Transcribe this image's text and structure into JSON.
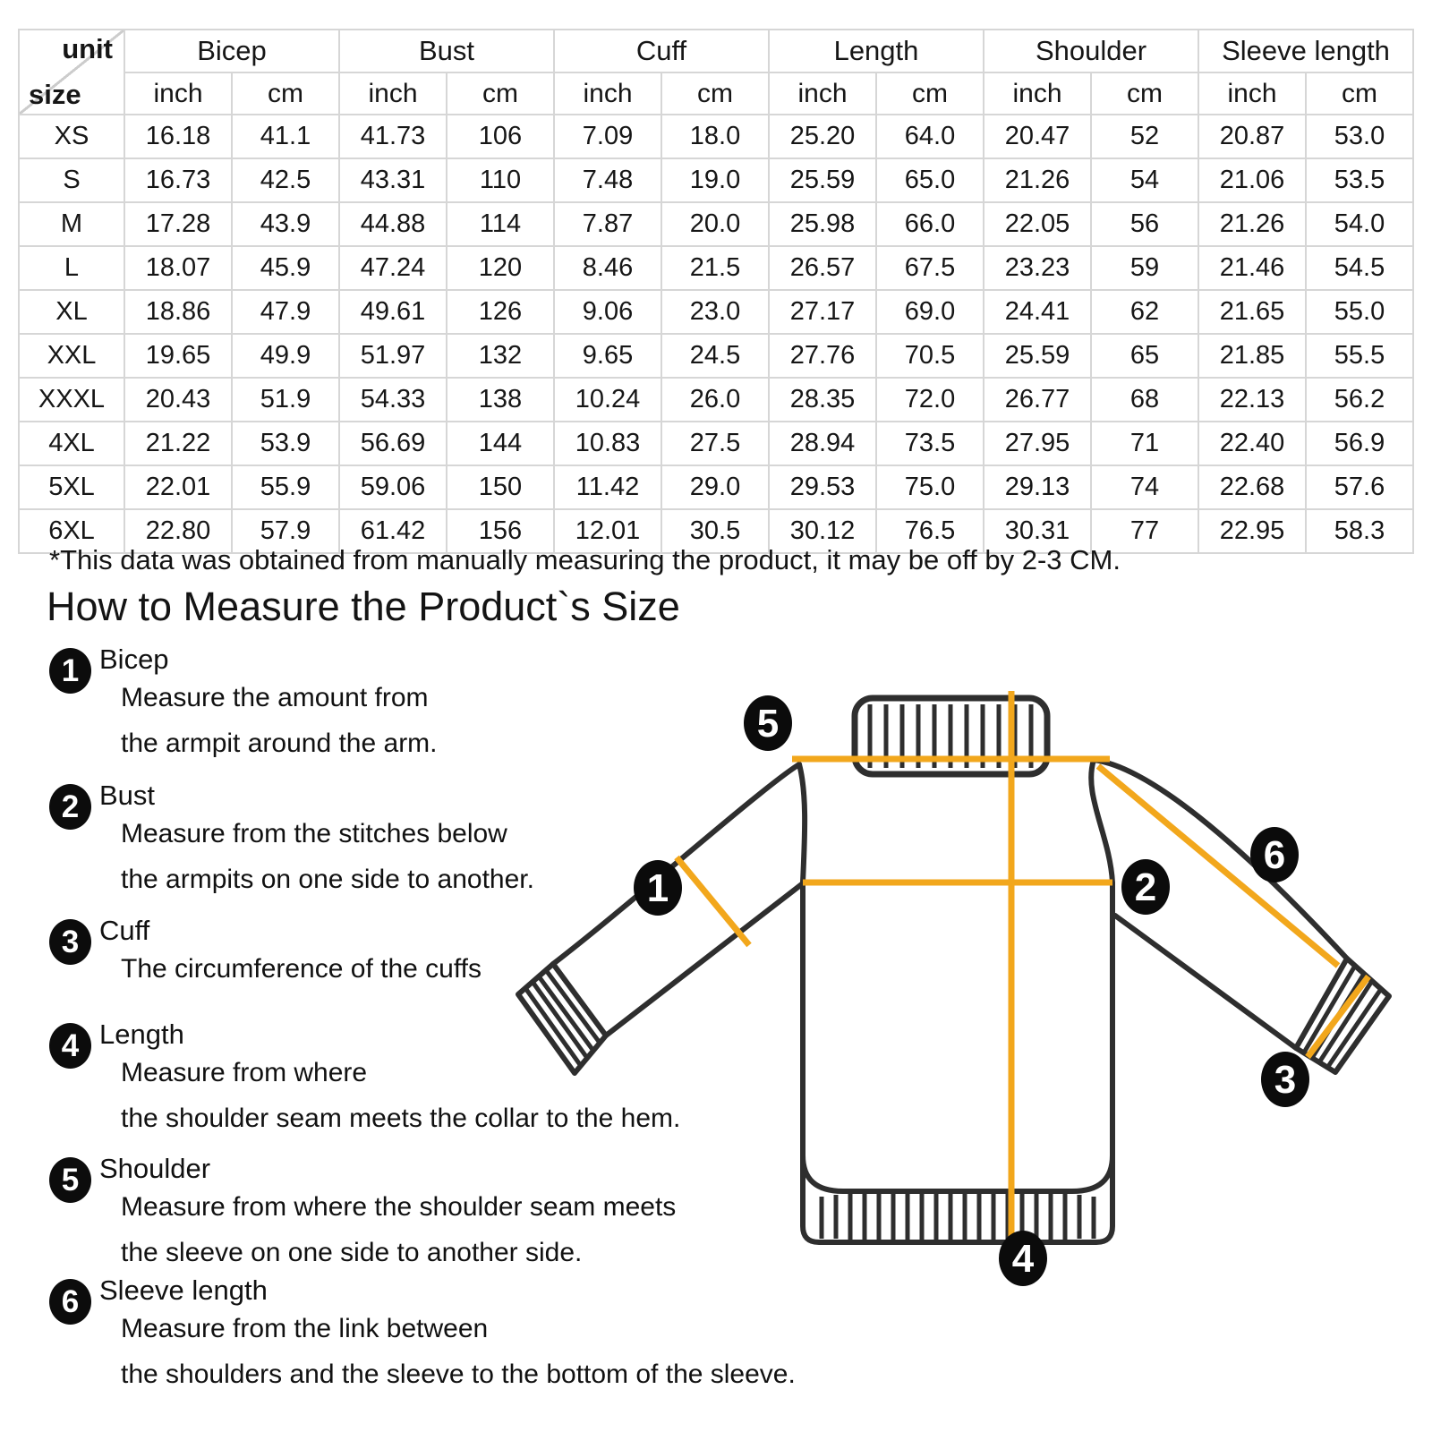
{
  "table": {
    "corner": {
      "top": "unit",
      "bottom": "size"
    },
    "columns": [
      {
        "label": "Bicep",
        "units": [
          "inch",
          "cm"
        ]
      },
      {
        "label": "Bust",
        "units": [
          "inch",
          "cm"
        ]
      },
      {
        "label": "Cuff",
        "units": [
          "inch",
          "cm"
        ]
      },
      {
        "label": "Length",
        "units": [
          "inch",
          "cm"
        ]
      },
      {
        "label": "Shoulder",
        "units": [
          "inch",
          "cm"
        ]
      },
      {
        "label": "Sleeve length",
        "units": [
          "inch",
          "cm"
        ]
      }
    ],
    "rows": [
      {
        "size": "XS",
        "values": [
          "16.18",
          "41.1",
          "41.73",
          "106",
          "7.09",
          "18.0",
          "25.20",
          "64.0",
          "20.47",
          "52",
          "20.87",
          "53.0"
        ]
      },
      {
        "size": "S",
        "values": [
          "16.73",
          "42.5",
          "43.31",
          "110",
          "7.48",
          "19.0",
          "25.59",
          "65.0",
          "21.26",
          "54",
          "21.06",
          "53.5"
        ]
      },
      {
        "size": "M",
        "values": [
          "17.28",
          "43.9",
          "44.88",
          "114",
          "7.87",
          "20.0",
          "25.98",
          "66.0",
          "22.05",
          "56",
          "21.26",
          "54.0"
        ]
      },
      {
        "size": "L",
        "values": [
          "18.07",
          "45.9",
          "47.24",
          "120",
          "8.46",
          "21.5",
          "26.57",
          "67.5",
          "23.23",
          "59",
          "21.46",
          "54.5"
        ]
      },
      {
        "size": "XL",
        "values": [
          "18.86",
          "47.9",
          "49.61",
          "126",
          "9.06",
          "23.0",
          "27.17",
          "69.0",
          "24.41",
          "62",
          "21.65",
          "55.0"
        ]
      },
      {
        "size": "XXL",
        "values": [
          "19.65",
          "49.9",
          "51.97",
          "132",
          "9.65",
          "24.5",
          "27.76",
          "70.5",
          "25.59",
          "65",
          "21.85",
          "55.5"
        ]
      },
      {
        "size": "XXXL",
        "values": [
          "20.43",
          "51.9",
          "54.33",
          "138",
          "10.24",
          "26.0",
          "28.35",
          "72.0",
          "26.77",
          "68",
          "22.13",
          "56.2"
        ]
      },
      {
        "size": "4XL",
        "values": [
          "21.22",
          "53.9",
          "56.69",
          "144",
          "10.83",
          "27.5",
          "28.94",
          "73.5",
          "27.95",
          "71",
          "22.40",
          "56.9"
        ]
      },
      {
        "size": "5XL",
        "values": [
          "22.01",
          "55.9",
          "59.06",
          "150",
          "11.42",
          "29.0",
          "29.53",
          "75.0",
          "29.13",
          "74",
          "22.68",
          "57.6"
        ]
      },
      {
        "size": "6XL",
        "values": [
          "22.80",
          "57.9",
          "61.42",
          "156",
          "12.01",
          "30.5",
          "30.12",
          "76.5",
          "30.31",
          "77",
          "22.95",
          "58.3"
        ]
      }
    ]
  },
  "note": "*This data was obtained from manually measuring the product, it may be off by 2-3 CM.",
  "section": {
    "heading": "How to Measure the Product`s Size",
    "items": [
      {
        "num": "1",
        "title": "Bicep",
        "lines": [
          "Measure the amount from",
          "the armpit around the arm."
        ]
      },
      {
        "num": "2",
        "title": "Bust",
        "lines": [
          "Measure from the stitches below",
          "the armpits on one side to another."
        ]
      },
      {
        "num": "3",
        "title": "Cuff",
        "lines": [
          "The circumference of the cuffs"
        ]
      },
      {
        "num": "4",
        "title": "Length",
        "lines": [
          "Measure from where",
          "the shoulder seam meets the collar to the hem."
        ]
      },
      {
        "num": "5",
        "title": "Shoulder",
        "lines": [
          "Measure from where the shoulder seam meets",
          "the sleeve on one side to another side."
        ]
      },
      {
        "num": "6",
        "title": "Sleeve length",
        "lines": [
          "Measure from the link between",
          "the shoulders and the sleeve to the bottom of the sleeve."
        ]
      }
    ]
  },
  "diagram": {
    "accent_color": "#F2A71C",
    "outline_color": "#2E2E2E",
    "markers": [
      {
        "label": "1"
      },
      {
        "label": "2"
      },
      {
        "label": "3"
      },
      {
        "label": "4"
      },
      {
        "label": "5"
      },
      {
        "label": "6"
      }
    ]
  }
}
